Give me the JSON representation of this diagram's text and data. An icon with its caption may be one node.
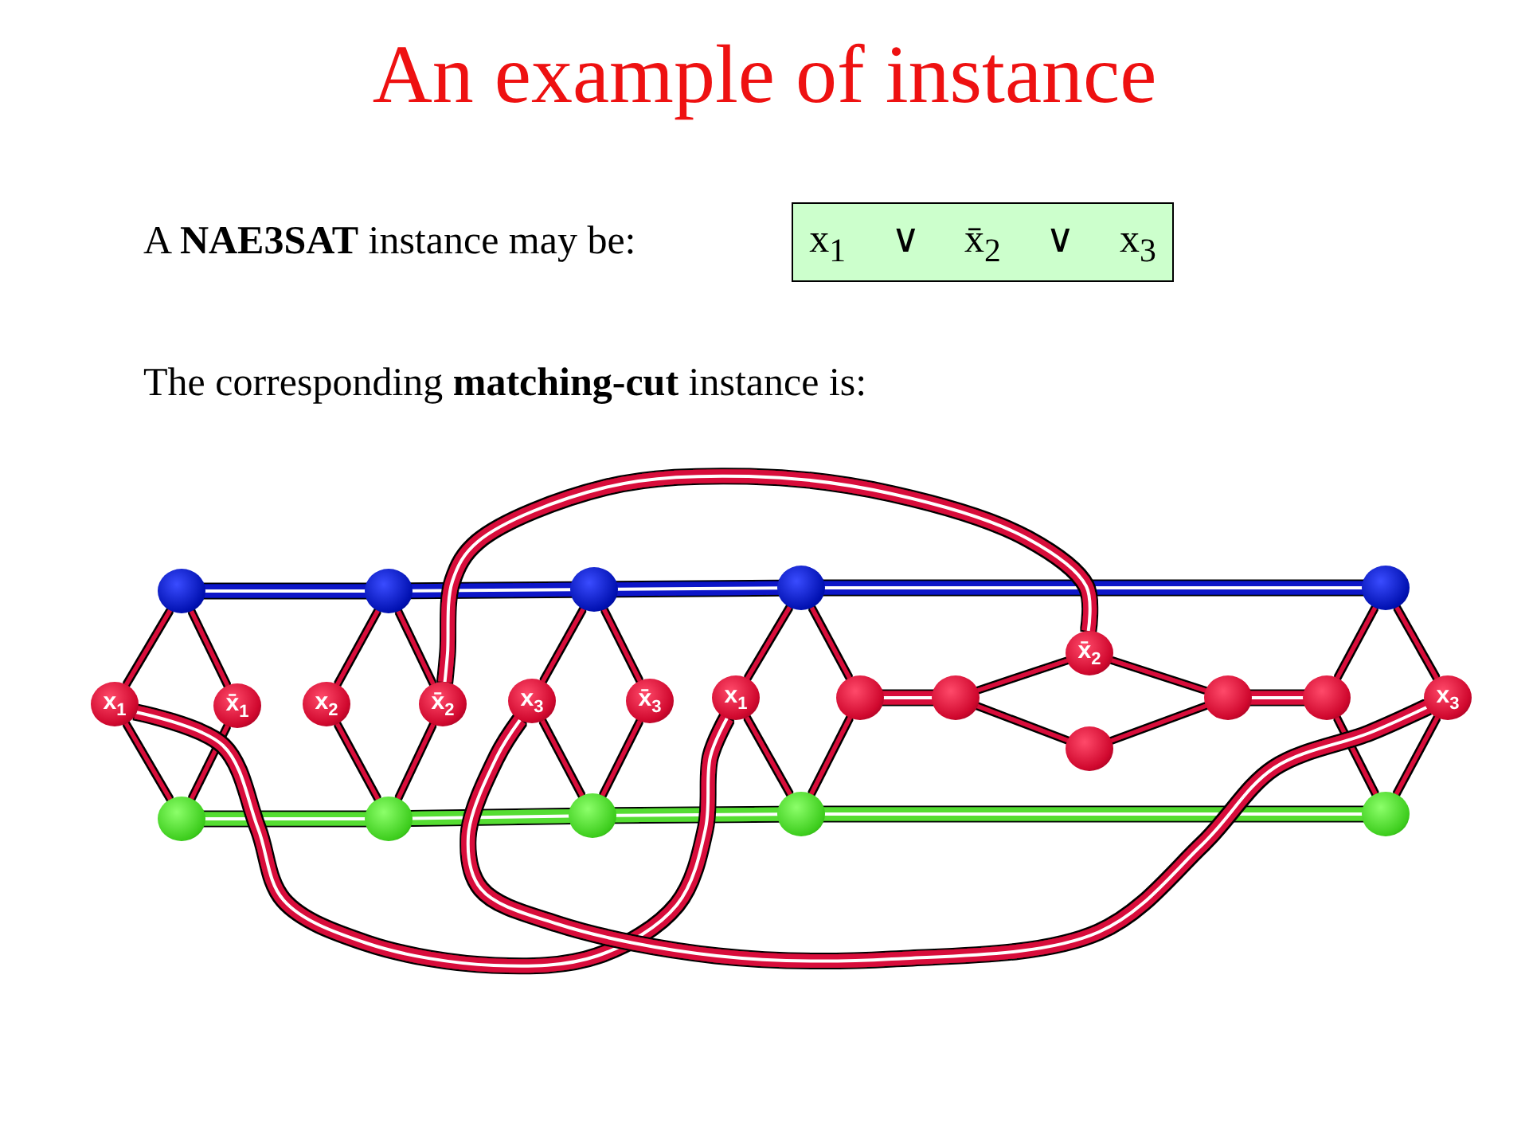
{
  "diagram": {
    "title": "An example of instance",
    "nodes": [
      {
        "text": [
          "x$_{1}$ ∨ x̄$_{2}$ ∨ x$_{3}$"
        ]
      },
      {
        "text": [],
        "shape": "circle"
      },
      {
        "text": [],
        "shape": "circle"
      },
      {
        "text": [],
        "shape": "circle"
      },
      {
        "text": [],
        "shape": "circle"
      },
      {
        "text": [],
        "shape": "circle"
      },
      {
        "text": [
          "x$_{1}$"
        ]
      },
      {
        "text": [
          "x̄$_{1}$"
        ]
      },
      {
        "text": [
          "x$_{2}$"
        ]
      },
      {
        "text": [
          "x̄$_{2}$"
        ]
      },
      {
        "text": [
          "x$_{3}$"
        ]
      },
      {
        "text": [
          "x̄$_{3}$"
        ]
      },
      {
        "text": [
          "x$_{1}$"
        ]
      },
      {
        "text": [],
        "shape": "circle"
      },
      {
        "text": [],
        "shape": "circle"
      },
      {
        "text": [
          "x̄$_{2}$"
        ]
      },
      {
        "text": [],
        "shape": "circle"
      },
      {
        "text": [],
        "shape": "circle"
      },
      {
        "text": [],
        "shape": "circle"
      },
      {
        "text": [
          "x$_{3}$"
        ]
      },
      {
        "text": [],
        "shape": "circle"
      },
      {
        "text": [],
        "shape": "circle"
      },
      {
        "text": [],
        "shape": "circle"
      },
      {
        "text": [],
        "shape": "circle"
      },
      {
        "text": [],
        "shape": "circle"
      }
    ],
    "edges": [
      {
        "from": 1,
        "to": 2,
        "arrow": "none",
        "style": "thick",
        "color": "#0a14c8"
      },
      {
        "from": 2,
        "to": 3,
        "arrow": "none",
        "style": "thick",
        "color": "#0a14c8"
      },
      {
        "from": 3,
        "to": 4,
        "arrow": "none",
        "style": "thick",
        "color": "#0a14c8"
      },
      {
        "from": 4,
        "to": 5,
        "arrow": "none",
        "style": "thick",
        "color": "#0a14c8"
      },
      {
        "from": 20,
        "to": 21,
        "arrow": "none",
        "style": "thick",
        "color": "#55dd33"
      },
      {
        "from": 21,
        "to": 22,
        "arrow": "none",
        "style": "thick",
        "color": "#55dd33"
      },
      {
        "from": 22,
        "to": 23,
        "arrow": "none",
        "style": "thick",
        "color": "#55dd33"
      },
      {
        "from": 23,
        "to": 24,
        "arrow": "none",
        "style": "thick",
        "color": "#55dd33"
      },
      {
        "from": 1,
        "to": 6,
        "arrow": "none"
      },
      {
        "from": 1,
        "to": 7,
        "arrow": "none"
      },
      {
        "from": 6,
        "to": 20,
        "arrow": "none"
      },
      {
        "from": 7,
        "to": 20,
        "arrow": "none"
      },
      {
        "from": 2,
        "to": 8,
        "arrow": "none"
      },
      {
        "from": 2,
        "to": 9,
        "arrow": "none"
      },
      {
        "from": 8,
        "to": 21,
        "arrow": "none"
      },
      {
        "from": 9,
        "to": 21,
        "arrow": "none"
      },
      {
        "from": 3,
        "to": 10,
        "arrow": "none"
      },
      {
        "from": 3,
        "to": 11,
        "arrow": "none"
      },
      {
        "from": 10,
        "to": 22,
        "arrow": "none"
      },
      {
        "from": 11,
        "to": 22,
        "arrow": "none"
      },
      {
        "from": 4,
        "to": 12,
        "arrow": "none"
      },
      {
        "from": 4,
        "to": 13,
        "arrow": "none"
      },
      {
        "from": 12,
        "to": 23,
        "arrow": "none"
      },
      {
        "from": 13,
        "to": 23,
        "arrow": "none"
      },
      {
        "from": 13,
        "to": 14,
        "arrow": "none",
        "style": "thick"
      },
      {
        "from": 14,
        "to": 15,
        "arrow": "none"
      },
      {
        "from": 14,
        "to": 16,
        "arrow": "none"
      },
      {
        "from": 15,
        "to": 17,
        "arrow": "none"
      },
      {
        "from": 16,
        "to": 17,
        "arrow": "none"
      },
      {
        "from": 17,
        "to": 18,
        "arrow": "none",
        "style": "thick"
      },
      {
        "from": 5,
        "to": 18,
        "arrow": "none"
      },
      {
        "from": 5,
        "to": 19,
        "arrow": "none"
      },
      {
        "from": 18,
        "to": 24,
        "arrow": "none"
      },
      {
        "from": 19,
        "to": 24,
        "arrow": "none"
      },
      {
        "from": 6,
        "to": 12,
        "arrow": "none",
        "style": "thick"
      },
      {
        "from": 9,
        "to": 15,
        "arrow": "none",
        "style": "thick"
      },
      {
        "from": 10,
        "to": 19,
        "arrow": "none",
        "style": "thick"
      }
    ],
    "labels": [
      "A **NAE3SAT** instance may be:",
      "The corresponding **matching-cut** instance is:"
    ]
  }
}
